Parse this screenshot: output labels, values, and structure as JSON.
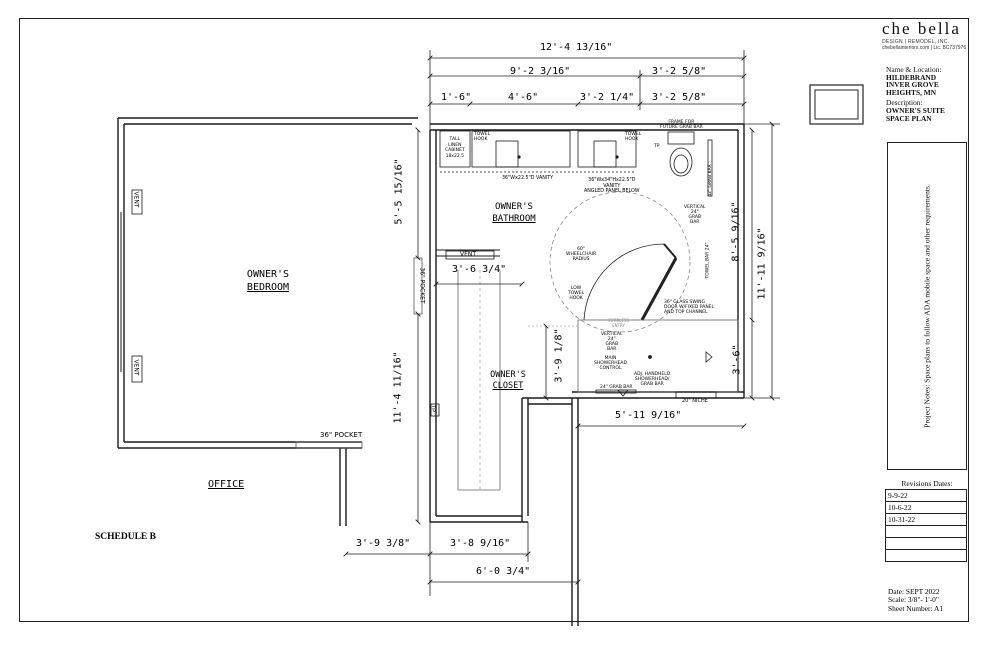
{
  "title_block": {
    "brand": "che bella",
    "brand_sub": "DESIGN | REMODEL, INC.",
    "website": "chebellainteriors.com | Lic. BC737976",
    "name_location_label": "Name & Location:",
    "name_location_lines": [
      "HILDEBRAND",
      "INVER GROVE",
      "HEIGHTS, MN"
    ],
    "description_label": "Description:",
    "description_lines": [
      "OWNER'S SUITE",
      "SPACE PLAN"
    ],
    "project_notes": "Project Notes: Space plans to follow ADA mobile space and other requirements.",
    "revisions_title": "Revisions Dates:",
    "revisions": [
      "9-9-22",
      "10-6-22",
      "10-31-22",
      "",
      "",
      ""
    ],
    "date": "Date: SEPT 2022",
    "scale": "Scale: 3/8\"- 1'-0\"",
    "sheet": "Sheet Number: A1"
  },
  "schedule_label": "SCHEDULE B",
  "rooms": {
    "bedroom": [
      "OWNER'S",
      "BEDROOM"
    ],
    "bathroom": [
      "OWNER'S",
      "BATHROOM"
    ],
    "closet": [
      "OWNER'S",
      "CLOSET"
    ],
    "office": "OFFICE"
  },
  "dimensions": {
    "top_total": "12'-4 13/16\"",
    "top_mid": "9'-2 3/16\"",
    "top_right_1": "3'-2 5/8\"",
    "top_left": "1'-6\"",
    "top_vanity": "4'-6\"",
    "top_gap": "3'-2 1/4\"",
    "top_right_2": "3'-2 5/8\"",
    "left_upper": "5'-5 15/16\"",
    "left_lower": "11'-4 11/16\"",
    "right_upper": "8'-5 9/16\"",
    "right_total": "11'-11 9/16\"",
    "right_lower": "3'-6\"",
    "closet_width": "3'-6 3/4\"",
    "shower_height": "3'-9 1/8\"",
    "shower_width": "5'-11 9/16\"",
    "bottom_left": "3'-9 3/8\"",
    "bottom_mid": "3'-8 9/16\"",
    "bottom_total": "6'-0 3/4\""
  },
  "annotations": {
    "vent": "VENT",
    "pocket_36": "36\" POCKET",
    "tall_linen": [
      "TALL",
      "LINEN",
      "CABINET",
      "18x22.5"
    ],
    "towel_hook": [
      "TOWEL",
      "HOOK"
    ],
    "vanity_1": "36\"Wx22.5\"D VANITY",
    "vanity_2": [
      "36\"Wx34\"Hx22.5\"D",
      "VANITY",
      "ANGLED PANEL BELOW"
    ],
    "frame_grab": [
      "FRAME FOR",
      "FUTURE GRAB BAR"
    ],
    "vertical_grab": [
      "VERTICAL",
      "24\"",
      "GRAB",
      "BAR"
    ],
    "wheelchair": [
      "60\"",
      "WHEELCHAIR",
      "RADIUS"
    ],
    "low_towel": [
      "LOW",
      "TOWEL",
      "HOOK"
    ],
    "glass_door": [
      "36\" GLASS SWING",
      "DOOR W/FIXED PANEL",
      "AND TOP CHANNEL"
    ],
    "curbless": [
      "CURBLESS",
      "ENTRY"
    ],
    "main_control": [
      "MAIN",
      "SHOWERHEAD",
      "CONTROL"
    ],
    "handheld": [
      "ADJ. HANDHELD",
      "SHOWERHEAD/",
      "GRAB BAR"
    ],
    "grab_24": "24\" GRAB BAR",
    "niche": "20\" NICHE",
    "toilet_grab": "42\" GRAB BAR",
    "towel_bar": "TOWEL BAR 24\"",
    "tp": "TP",
    "paper_holder": "T/P"
  },
  "colors": {
    "line": "#1a1a1a",
    "dim": "#222222",
    "thin": "#555555",
    "dashed": "#999999"
  }
}
